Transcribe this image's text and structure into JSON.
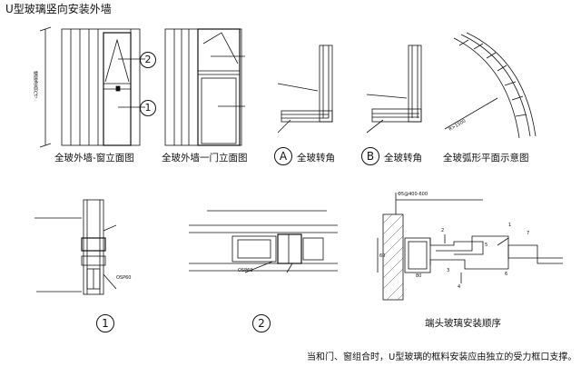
{
  "title": "U型玻璃竖向安装外墙",
  "top_row": {
    "window_elevation_caption": "全玻外墙-窗立面图",
    "door_elevation_caption": "全玻外墙一门立面图",
    "corner_a_caption": "全玻转角",
    "corner_b_caption": "全玻转角",
    "arc_caption": "全玻弧形平面示意图",
    "detail_a_letter": "A",
    "detail_b_letter": "B",
    "callout_2": "2",
    "callout_1": "1",
    "vertical_dimension": "楼层净高尺寸",
    "arc_label": "R>1500"
  },
  "bottom_row": {
    "section_1_number": "1",
    "section_2_number": "2",
    "install_sequence_caption": "端头玻璃安装顺序",
    "osp_label_1": "OSP60",
    "osp_label_2": "OSP60",
    "spacing_label": "Φ5@400-600",
    "dim_60": "60",
    "dim_80": "80",
    "step_labels": [
      "1",
      "2",
      "3",
      "4",
      "5",
      "6",
      "7"
    ]
  },
  "footer_note": "当和门、窗组合时，U型玻璃的框料安装应由独立的受力框口支撑。",
  "colors": {
    "line": "#111111",
    "accent_red": "#c00000",
    "hatch": "#555555"
  }
}
